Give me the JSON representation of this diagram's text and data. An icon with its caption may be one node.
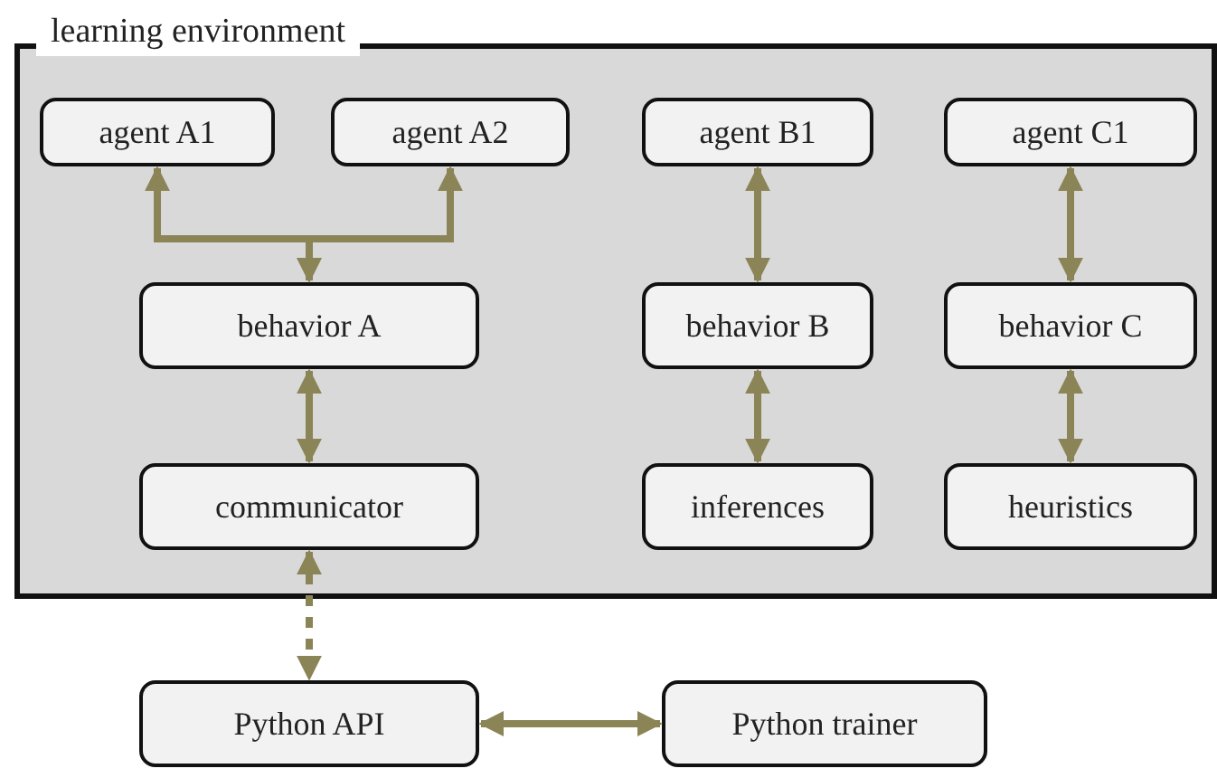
{
  "diagram": {
    "nodes": [
      {
        "text": [
          "learning environment"
        ]
      },
      {
        "text": [
          "agent A1"
        ],
        "in": 0
      },
      {
        "text": [
          "agent A2"
        ],
        "in": 0
      },
      {
        "text": [
          "agent B1"
        ],
        "in": 0
      },
      {
        "text": [
          "agent C1"
        ],
        "in": 0
      },
      {
        "text": [
          "behavior A"
        ],
        "in": 0
      },
      {
        "text": [
          "behavior B"
        ],
        "in": 0
      },
      {
        "text": [
          "behavior C"
        ],
        "in": 0
      },
      {
        "text": [
          "communicator"
        ],
        "in": 0
      },
      {
        "text": [
          "inferences"
        ],
        "in": 0
      },
      {
        "text": [
          "heuristics"
        ],
        "in": 0
      },
      {
        "text": [
          "Python API"
        ]
      },
      {
        "text": [
          "Python trainer"
        ]
      }
    ],
    "edges": [
      {
        "from": 5,
        "to": 1,
        "arrow": "both"
      },
      {
        "from": 5,
        "to": 2,
        "arrow": "both"
      },
      {
        "from": 3,
        "to": 6,
        "arrow": "both"
      },
      {
        "from": 4,
        "to": 7,
        "arrow": "both"
      },
      {
        "from": 5,
        "to": 8,
        "arrow": "both"
      },
      {
        "from": 6,
        "to": 9,
        "arrow": "both"
      },
      {
        "from": 7,
        "to": 10,
        "arrow": "both"
      },
      {
        "from": 8,
        "to": 11,
        "arrow": "both",
        "style": "dashed"
      },
      {
        "from": 11,
        "to": 12,
        "arrow": "both"
      }
    ]
  }
}
